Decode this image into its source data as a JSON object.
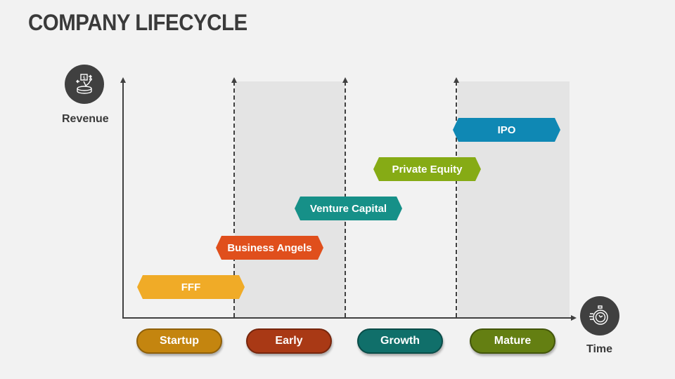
{
  "title": "COMPANY LIFECYCLE",
  "axes": {
    "y_label": "Revenue",
    "y_icon": "revenue-money-coin-icon",
    "x_label": "Time",
    "x_icon": "stopwatch-icon"
  },
  "stages": [
    {
      "label": "Startup",
      "color": "#c4850f"
    },
    {
      "label": "Early",
      "color": "#a93915"
    },
    {
      "label": "Growth",
      "color": "#106f6a"
    },
    {
      "label": "Mature",
      "color": "#647f12"
    }
  ],
  "funding": [
    {
      "label": "FFF",
      "color": "#f0ab27"
    },
    {
      "label": "Business Angels",
      "color": "#e04f1c"
    },
    {
      "label": "Venture Capital",
      "color": "#169088"
    },
    {
      "label": "Private Equity",
      "color": "#86ab15"
    },
    {
      "label": "IPO",
      "color": "#0f88b4"
    }
  ],
  "colors": {
    "background": "#f2f2f2",
    "band": "#e4e4e4",
    "axis": "#404040"
  }
}
